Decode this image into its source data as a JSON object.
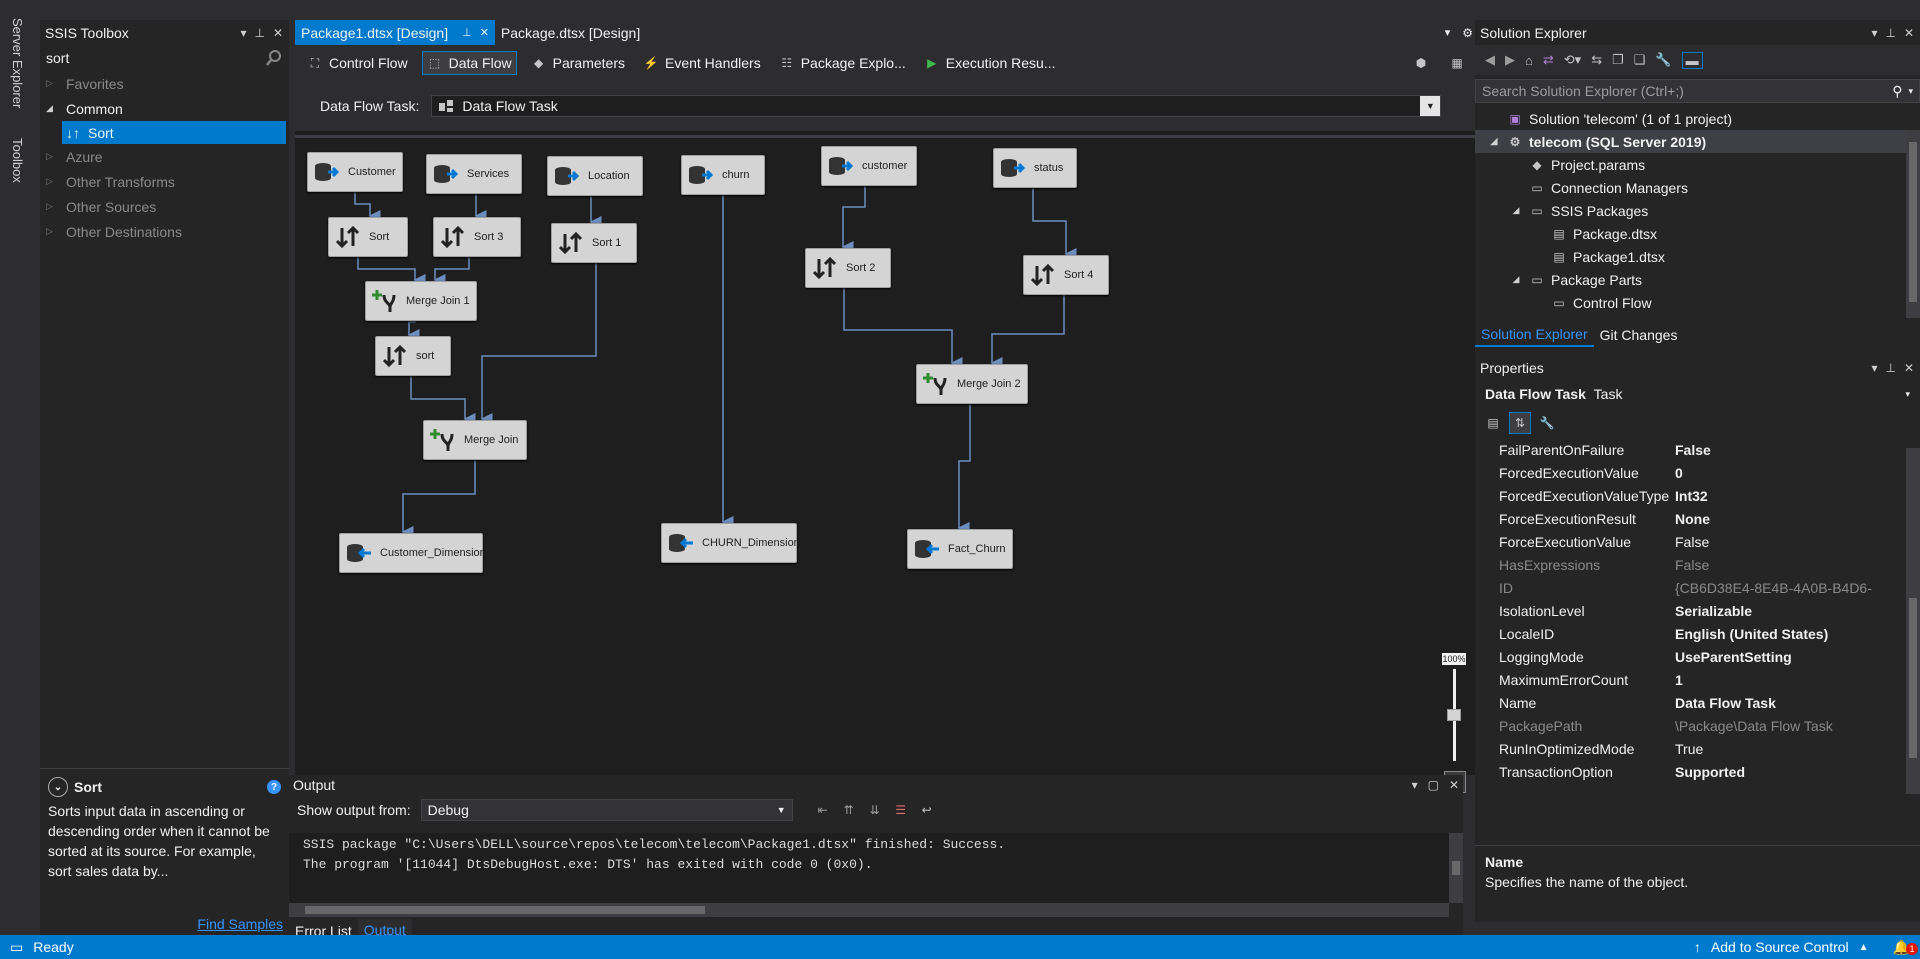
{
  "side_tabs": [
    "Server Explorer",
    "Toolbox"
  ],
  "toolbox": {
    "title": "SSIS Toolbox",
    "search_value": "sort",
    "categories": [
      {
        "label": "Favorites",
        "open": false
      },
      {
        "label": "Common",
        "open": true
      },
      {
        "label": "Azure",
        "open": false
      },
      {
        "label": "Other Transforms",
        "open": false
      },
      {
        "label": "Other Sources",
        "open": false
      },
      {
        "label": "Other Destinations",
        "open": false
      }
    ],
    "selected_item": "Sort",
    "description": {
      "title": "Sort",
      "text": "Sorts input data in ascending or descending order when it cannot be sorted at its source. For example, sort sales data by...",
      "link": "Find Samples"
    }
  },
  "designer": {
    "tabs": [
      {
        "label": "Package1.dtsx [Design]",
        "active": true
      },
      {
        "label": "Package.dtsx [Design]",
        "active": false
      }
    ],
    "subtabs": [
      {
        "label": "Control Flow",
        "active": false,
        "icon": "control-flow-icon"
      },
      {
        "label": "Data Flow",
        "active": true,
        "icon": "data-flow-icon"
      },
      {
        "label": "Parameters",
        "active": false,
        "icon": "parameters-icon"
      },
      {
        "label": "Event Handlers",
        "active": false,
        "icon": "event-handlers-icon"
      },
      {
        "label": "Package Explo...",
        "active": false,
        "icon": "package-explorer-icon"
      },
      {
        "label": "Execution Resu...",
        "active": false,
        "icon": "execution-results-icon"
      }
    ],
    "task_label": "Data Flow Task:",
    "task_value": "Data Flow Task",
    "zoom_label": "100%"
  },
  "nodes": [
    {
      "id": "customer_src",
      "label": "Customer",
      "kind": "source"
    },
    {
      "id": "services_src",
      "label": "Services",
      "kind": "source"
    },
    {
      "id": "location_src",
      "label": "Location",
      "kind": "source"
    },
    {
      "id": "churn_src",
      "label": "churn",
      "kind": "source"
    },
    {
      "id": "customer2_src",
      "label": "customer",
      "kind": "source"
    },
    {
      "id": "status_src",
      "label": "status",
      "kind": "source"
    },
    {
      "id": "sort",
      "label": "Sort",
      "kind": "sort"
    },
    {
      "id": "sort3",
      "label": "Sort 3",
      "kind": "sort"
    },
    {
      "id": "sort1",
      "label": "Sort 1",
      "kind": "sort"
    },
    {
      "id": "sort2",
      "label": "Sort 2",
      "kind": "sort"
    },
    {
      "id": "sort4",
      "label": "Sort 4",
      "kind": "sort"
    },
    {
      "id": "mj1",
      "label": "Merge Join 1",
      "kind": "merge"
    },
    {
      "id": "sortl",
      "label": "sort",
      "kind": "sort"
    },
    {
      "id": "mj",
      "label": "Merge Join",
      "kind": "merge"
    },
    {
      "id": "mj2",
      "label": "Merge Join 2",
      "kind": "merge"
    },
    {
      "id": "cust_dim",
      "label": "Customer_Dimension",
      "kind": "dest"
    },
    {
      "id": "churn_dim",
      "label": "CHURN_Dimension",
      "kind": "dest"
    },
    {
      "id": "fact",
      "label": "Fact_Churn",
      "kind": "dest"
    }
  ],
  "output": {
    "title": "Output",
    "show_from_label": "Show output from:",
    "show_from_value": "Debug",
    "lines": [
      "SSIS package \"C:\\Users\\DELL\\source\\repos\\telecom\\telecom\\Package1.dtsx\" finished: Success.",
      "The program '[11044] DtsDebugHost.exe: DTS' has exited with code 0 (0x0)."
    ],
    "tabs": [
      {
        "label": "Error List",
        "active": false
      },
      {
        "label": "Output",
        "active": true
      }
    ]
  },
  "solution_explorer": {
    "title": "Solution Explorer",
    "search_placeholder": "Search Solution Explorer (Ctrl+;)",
    "items": [
      {
        "label": "Solution 'telecom' (1 of 1 project)",
        "level": 0,
        "arrow": "",
        "icon": "solution-icon",
        "selected": false
      },
      {
        "label": "telecom (SQL Server 2019)",
        "level": 0,
        "arrow": "◢",
        "icon": "project-icon",
        "selected": true
      },
      {
        "label": "Project.params",
        "level": 1,
        "arrow": "",
        "icon": "params-icon",
        "selected": false
      },
      {
        "label": "Connection Managers",
        "level": 1,
        "arrow": "",
        "icon": "folder-icon",
        "selected": false
      },
      {
        "label": "SSIS Packages",
        "level": 1,
        "arrow": "◢",
        "icon": "folder-icon",
        "selected": false
      },
      {
        "label": "Package.dtsx",
        "level": 2,
        "arrow": "",
        "icon": "package-icon",
        "selected": false
      },
      {
        "label": "Package1.dtsx",
        "level": 2,
        "arrow": "",
        "icon": "package-icon",
        "selected": false
      },
      {
        "label": "Package Parts",
        "level": 1,
        "arrow": "◢",
        "icon": "folder-icon",
        "selected": false
      },
      {
        "label": "Control Flow",
        "level": 2,
        "arrow": "",
        "icon": "folder-icon",
        "selected": false
      }
    ],
    "tabs": [
      {
        "label": "Solution Explorer",
        "active": true
      },
      {
        "label": "Git Changes",
        "active": false
      }
    ]
  },
  "properties": {
    "title": "Properties",
    "object_name": "Data Flow Task",
    "object_type": "Task",
    "rows": [
      {
        "name": "FailParentOnFailure",
        "value": "False",
        "bold": true,
        "dim": false
      },
      {
        "name": "ForcedExecutionValue",
        "value": "0",
        "bold": true,
        "dim": false
      },
      {
        "name": "ForcedExecutionValueType",
        "value": "Int32",
        "bold": true,
        "dim": false
      },
      {
        "name": "ForceExecutionResult",
        "value": "None",
        "bold": true,
        "dim": false
      },
      {
        "name": "ForceExecutionValue",
        "value": "False",
        "bold": false,
        "dim": false
      },
      {
        "name": "HasExpressions",
        "value": "False",
        "bold": false,
        "dim": true
      },
      {
        "name": "ID",
        "value": "{CB6D38E4-8E4B-4A0B-B4D6-",
        "bold": false,
        "dim": true
      },
      {
        "name": "IsolationLevel",
        "value": "Serializable",
        "bold": true,
        "dim": false
      },
      {
        "name": "LocaleID",
        "value": "English (United States)",
        "bold": true,
        "dim": false
      },
      {
        "name": "LoggingMode",
        "value": "UseParentSetting",
        "bold": true,
        "dim": false
      },
      {
        "name": "MaximumErrorCount",
        "value": "1",
        "bold": true,
        "dim": false
      },
      {
        "name": "Name",
        "value": "Data Flow Task",
        "bold": true,
        "dim": false
      },
      {
        "name": "PackagePath",
        "value": "\\Package\\Data Flow Task",
        "bold": false,
        "dim": true
      },
      {
        "name": "RunInOptimizedMode",
        "value": "True",
        "bold": false,
        "dim": false
      },
      {
        "name": "TransactionOption",
        "value": "Supported",
        "bold": true,
        "dim": false
      }
    ],
    "desc_title": "Name",
    "desc_text": "Specifies the name of the object."
  },
  "status": {
    "left": "Ready",
    "right": "Add to Source Control",
    "notification_count": "1"
  },
  "colors": {
    "accent": "#007acc",
    "arrow": "#6c8ebf",
    "bg": "#1e1e1e"
  }
}
